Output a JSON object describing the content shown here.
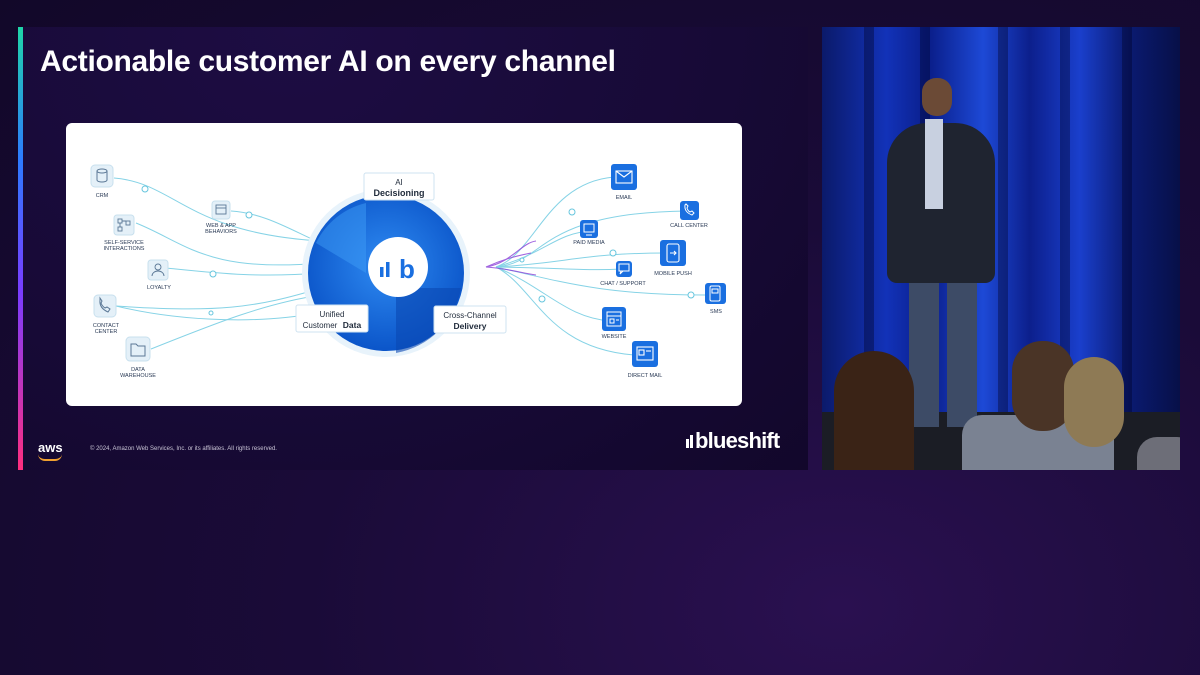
{
  "slide": {
    "title": "Actionable customer AI on every channel",
    "copyright": "© 2024, Amazon Web Services, Inc. or its affiliates. All rights reserved.",
    "aws_logo": "aws",
    "brand_logo": "blueshift",
    "accent_colors": [
      "#1fd6a8",
      "#2d7bff",
      "#7a3cff",
      "#ff2e7e"
    ]
  },
  "diagram": {
    "center_labels": {
      "ai_top": "AI",
      "ai_bottom": "Decisioning",
      "data_top": "Unified",
      "data_prefix": "Customer",
      "data_bold": "Data",
      "delivery_top": "Cross-Channel",
      "delivery_bold": "Delivery"
    },
    "center_logo": "b",
    "sources": [
      {
        "label": "CRM",
        "icon": "database-icon"
      },
      {
        "label": "WEB & APP",
        "label2": "BEHAVIORS",
        "icon": "browser-icon"
      },
      {
        "label": "SELF-SERVICE",
        "label2": "INTERACTIONS",
        "icon": "flowchart-icon"
      },
      {
        "label": "LOYALTY",
        "icon": "user-icon"
      },
      {
        "label": "CONTACT",
        "label2": "CENTER",
        "icon": "phone-icon"
      },
      {
        "label": "DATA",
        "label2": "WAREHOUSE",
        "icon": "folder-icon"
      }
    ],
    "channels": [
      {
        "label": "EMAIL",
        "icon": "email-icon"
      },
      {
        "label": "CALL CENTER",
        "icon": "phone-icon"
      },
      {
        "label": "PAID MEDIA",
        "icon": "ad-icon"
      },
      {
        "label": "MOBILE PUSH",
        "icon": "mobile-icon"
      },
      {
        "label": "CHAT / SUPPORT",
        "icon": "chat-icon"
      },
      {
        "label": "SMS",
        "icon": "sms-icon"
      },
      {
        "label": "WEBSITE",
        "icon": "website-icon"
      },
      {
        "label": "DIRECT MAIL",
        "icon": "mail-icon"
      }
    ],
    "colors": {
      "ring": "#1a6fe0",
      "ring_dark": "#0b4fc4",
      "lines": "#7fd3e6",
      "lines_purple": "#8a3fd8",
      "icon_tile": "#1a6fe0",
      "source_tile": "#e7f1f8"
    }
  }
}
